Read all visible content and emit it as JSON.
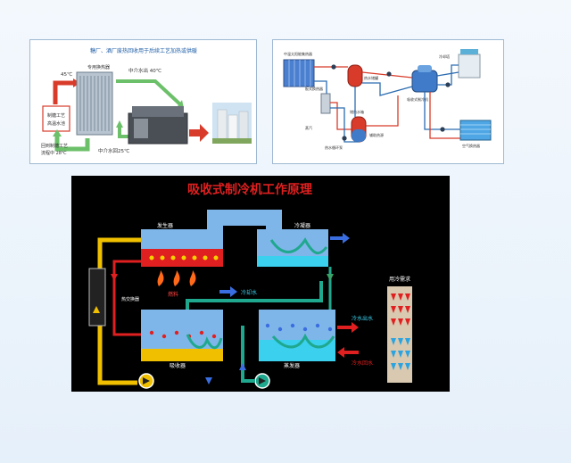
{
  "panel1": {
    "title": "糖厂、酒厂废热回收用于后续工艺加热或供暖",
    "temp_45": "45℃",
    "heat_exchanger": "专用换热器",
    "mid_water_out": "中介水出 40℃",
    "process_line1": "制糖工艺",
    "process_line2": "高温水池",
    "return_line1": "回到制糖工艺",
    "return_line2": "流程中 28℃",
    "mid_water_back": "中介水回25℃"
  },
  "panel2": {
    "labels": [
      "中温太阳能集热器",
      "板式换热器",
      "热水储罐",
      "冷却塔",
      "吸收式制冷机",
      "储热水箱",
      "辅助热源",
      "空气换热器",
      "热水循环泵",
      "蒸汽"
    ]
  },
  "panel3": {
    "title": "吸收式制冷机工作原理",
    "generator": "发生器",
    "condenser": "冷凝器",
    "fuel": "燃料",
    "cooling_water": "冷却水",
    "heat_exchanger": "热交换器",
    "absorber": "吸收器",
    "evaporator": "蒸发器",
    "cold_water_out": "冷水出水",
    "cold_water_in": "冷水回水",
    "cold_demand": "用冷需求"
  },
  "colors": {
    "panel_border": "#9fb9d3",
    "title_blue": "#1f5fa8",
    "hot_red": "#d83b2a",
    "cool_green": "#6cc06a",
    "pipe_teal": "#2aa3a3",
    "solution_yellow": "#f0c000",
    "vessel_blue": "#7fb6ea",
    "water_cyan": "#3ad0ee"
  }
}
